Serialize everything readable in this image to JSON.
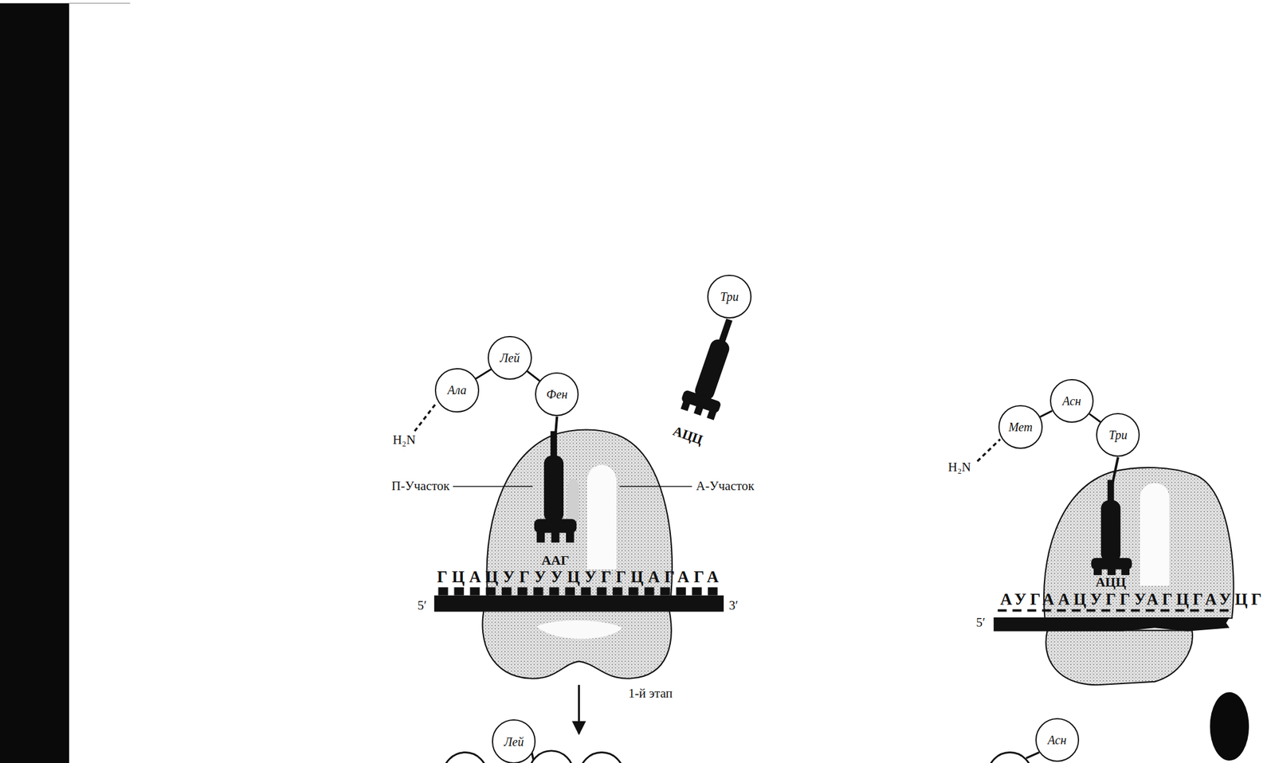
{
  "diagram": {
    "nodes": [
      {
        "text": [
          "Ала"
        ]
      },
      {
        "text": [
          "Лей"
        ]
      },
      {
        "text": [
          "Фен"
        ]
      },
      {
        "text": [
          "Три"
        ]
      },
      {
        "text": [
          "Мет"
        ]
      },
      {
        "text": [
          "Асн"
        ]
      },
      {
        "text": [
          "Три"
        ]
      },
      {
        "text": [
          "Лей"
        ]
      },
      {
        "text": [
          "Асн"
        ]
      }
    ],
    "edges": [
      {
        "from": 0,
        "to": 1,
        "arrow": "none"
      },
      {
        "from": 1,
        "to": 2,
        "arrow": "none"
      },
      {
        "from": 4,
        "to": 5,
        "arrow": "none"
      },
      {
        "from": 5,
        "to": 6,
        "arrow": "none"
      }
    ],
    "labels": [
      "H₂N",
      "П-Участок",
      "А-Участок",
      "ААГ",
      "АЦЦ",
      "ГЦАЦУГУУЦУГГЦАГАГА",
      "5′",
      "3′",
      "1-й этап",
      "H₂N",
      "АЦЦ",
      "АУГААЦУГГУАГЦГАУЦГ",
      "5′"
    ]
  }
}
